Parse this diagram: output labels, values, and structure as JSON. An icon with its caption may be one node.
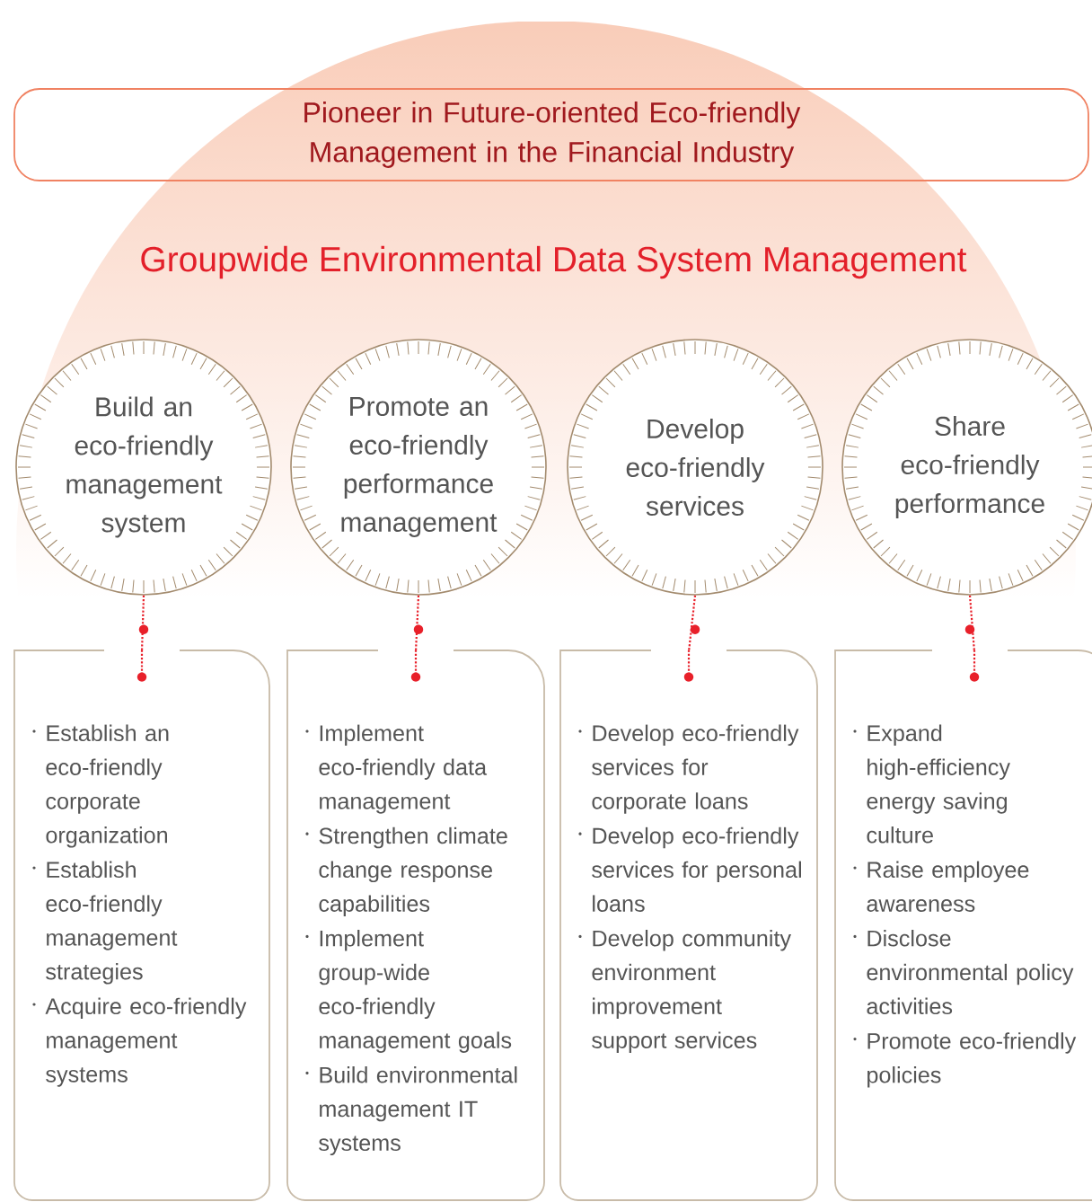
{
  "diagram": {
    "title": "Groupwide Environmental Data System Management",
    "nodes": [
      {
        "text": [
          "Pioneer in Future-oriented Eco-friendly Management in the Financial Industry"
        ]
      },
      {
        "text": [
          "Build an eco-friendly management system"
        ]
      },
      {
        "text": [
          "Promote an eco-friendly performance management"
        ]
      },
      {
        "text": [
          "Develop eco-friendly services"
        ]
      },
      {
        "text": [
          "Share eco-friendly performance"
        ]
      },
      {
        "text": [
          "Establish an eco-friendly corporate organization",
          "Establish eco-friendly management strategies",
          "Acquire eco-friendly management systems"
        ]
      },
      {
        "text": [
          "Implement eco-friendly data management",
          "Strengthen climate change response capabilities",
          "Implement group-wide eco-friendly management goals",
          "Build environmental management IT systems"
        ]
      },
      {
        "text": [
          "Develop eco-friendly services for corporate loans",
          "Develop eco-friendly services for personal loans",
          "Develop community environment improvement support services"
        ]
      },
      {
        "text": [
          "Expand high-efficiency energy saving culture",
          "Raise employee awareness",
          "Disclose environmental policy activities",
          "Promote eco-friendly policies"
        ]
      }
    ],
    "edges": [
      {
        "from": 1,
        "to": 5,
        "arrow": "none",
        "style": "dashed"
      },
      {
        "from": 2,
        "to": 6,
        "arrow": "none",
        "style": "dashed"
      },
      {
        "from": 3,
        "to": 7,
        "arrow": "none",
        "style": "dashed"
      },
      {
        "from": 4,
        "to": 8,
        "arrow": "none",
        "style": "dashed"
      }
    ]
  }
}
